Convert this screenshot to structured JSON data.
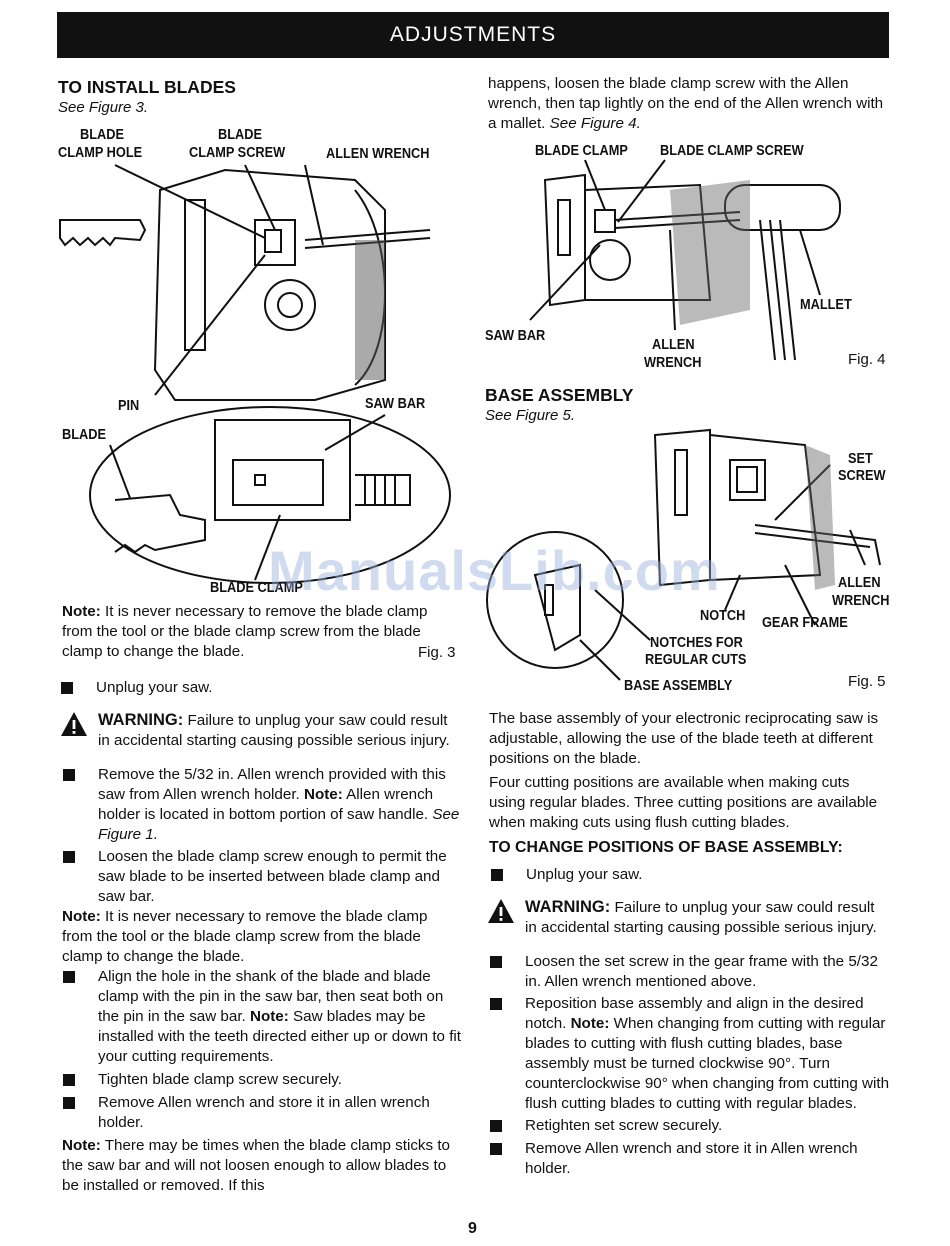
{
  "header": {
    "title": "ADJUSTMENTS"
  },
  "left": {
    "heading": "TO INSTALL BLADES",
    "see": "See Figure 3.",
    "fig3_labels": {
      "blade_clamp_hole_1": "BLADE",
      "blade_clamp_hole_2": "CLAMP HOLE",
      "blade_clamp_screw_1": "BLADE",
      "blade_clamp_screw_2": "CLAMP SCREW",
      "allen_wrench": "ALLEN WRENCH",
      "pin": "PIN",
      "saw_bar": "SAW BAR",
      "blade": "BLADE",
      "blade_clamp": "BLADE CLAMP"
    },
    "note1_label": "Note:",
    "note1_text": " It is never necessary to remove the blade clamp from the tool or the blade clamp screw from the blade clamp to change the blade.",
    "fig3": "Fig. 3",
    "bullet_unplug": "Unplug your saw.",
    "warning_title": "WARNING:",
    "warning_text": " Failure to unplug your saw could result in accidental starting causing possible serious injury.",
    "bullet_remove_wrench_a": "Remove the 5/32 in. Allen wrench provided with this saw from Allen wrench holder. ",
    "bullet_remove_wrench_note": "Note:",
    "bullet_remove_wrench_b": " Allen wrench holder is located in bottom portion of saw handle. ",
    "bullet_remove_wrench_see": "See Figure 1.",
    "bullet_loosen": "Loosen the blade clamp screw enough to permit the saw blade to be inserted between blade clamp and saw bar.",
    "note2_label": "Note:",
    "note2_text": " It is never necessary to remove the blade clamp from the tool or the blade clamp screw from the blade clamp to change the blade.",
    "bullet_align_a": "Align the hole in the shank of the blade and blade clamp with the pin in the saw bar, then seat both on the pin in the saw bar. ",
    "bullet_align_note": "Note:",
    "bullet_align_b": " Saw blades may be installed with the teeth directed either up or down to fit your cutting requirements.",
    "bullet_tighten": "Tighten blade clamp screw securely.",
    "bullet_store": "Remove Allen wrench and store it in allen wrench holder.",
    "note3_label": "Note:",
    "note3_text": " There may be times when the blade clamp sticks to the saw bar and will not loosen enough to allow blades to be installed or removed. If this"
  },
  "right": {
    "cont_text_a": "happens, loosen the blade clamp screw with the Allen wrench, then tap lightly on the end of the Allen wrench with a mallet. ",
    "cont_see": "See Figure 4.",
    "fig4_labels": {
      "blade_clamp": "BLADE CLAMP",
      "blade_clamp_screw": "BLADE CLAMP SCREW",
      "mallet": "MALLET",
      "saw_bar": "SAW BAR",
      "allen_1": "ALLEN",
      "allen_2": "WRENCH"
    },
    "fig4": "Fig. 4",
    "heading_base": "BASE ASSEMBLY",
    "see5": "See Figure 5.",
    "fig5_labels": {
      "set_1": "SET",
      "set_2": "SCREW",
      "allen_1": "ALLEN",
      "allen_2": "WRENCH",
      "notch": "NOTCH",
      "gear_frame": "GEAR FRAME",
      "notches_1": "NOTCHES FOR",
      "notches_2": "REGULAR CUTS",
      "base_assembly": "BASE ASSEMBLY"
    },
    "fig5": "Fig. 5",
    "para1": "The base assembly of your electronic reciprocating saw is adjustable, allowing the use of the blade teeth at different positions on the blade.",
    "para2": "Four cutting positions are available when making cuts using regular blades. Three cutting positions are available when making cuts using flush cutting blades.",
    "heading_change": "TO CHANGE POSITIONS OF BASE ASSEMBLY:",
    "bullet_unplug": "Unplug your saw.",
    "warning_title": "WARNING:",
    "warning_text": " Failure to unplug your saw could result in accidental starting causing possible serious injury.",
    "bullet_loosen": "Loosen the set screw in the gear frame with the 5/32 in. Allen wrench mentioned above.",
    "bullet_reposition_a": "Reposition base assembly and align in the desired notch. ",
    "bullet_reposition_note": "Note:",
    "bullet_reposition_b": " When changing from cutting with regular blades to cutting with flush cutting blades, base assembly must be turned clockwise 90°. Turn counterclockwise 90° when changing from cutting with flush cutting blades to cutting with regular blades.",
    "bullet_retighten": "Retighten set screw securely.",
    "bullet_store": "Remove Allen wrench and store it in Allen wrench holder."
  },
  "page_number": "9",
  "watermark": "ManualsLib.com"
}
